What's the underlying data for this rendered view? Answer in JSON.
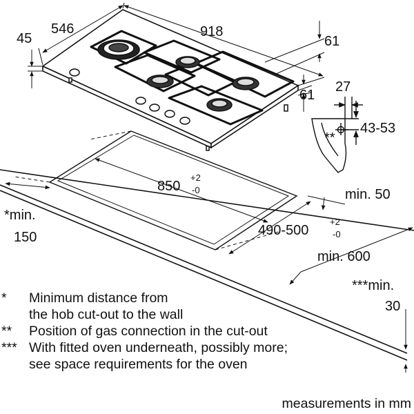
{
  "dimensions": {
    "hob_height": "45",
    "hob_depth": "546",
    "hob_width": "918",
    "right_edge_top": "61",
    "right_edge_side": "61",
    "detail_width": "27",
    "detail_height": "43-53",
    "cutout_width_value": "850",
    "cutout_width_tol_upper": "+2",
    "cutout_width_tol_lower": "-0",
    "cutout_depth_value": "490-500",
    "cutout_depth_tol_upper": "+2",
    "cutout_depth_tol_lower": "-0",
    "wall_distance_label": "*min.",
    "wall_distance_value": "150",
    "back_distance": "min. 50",
    "worktop_depth": "min. 600",
    "worktop_thickness_label": "***min.",
    "worktop_thickness_value": "30",
    "gas_marker": "**"
  },
  "notes": [
    {
      "mark": "*",
      "line1": "Minimum distance from",
      "line2": "the hob cut-out to the wall"
    },
    {
      "mark": "**",
      "line1": "Position of gas connection in the cut-out",
      "line2": ""
    },
    {
      "mark": "***",
      "line1": "With fitted oven underneath, possibly more;",
      "line2": "see space requirements for the oven"
    }
  ],
  "unit_note": "measurements in mm"
}
